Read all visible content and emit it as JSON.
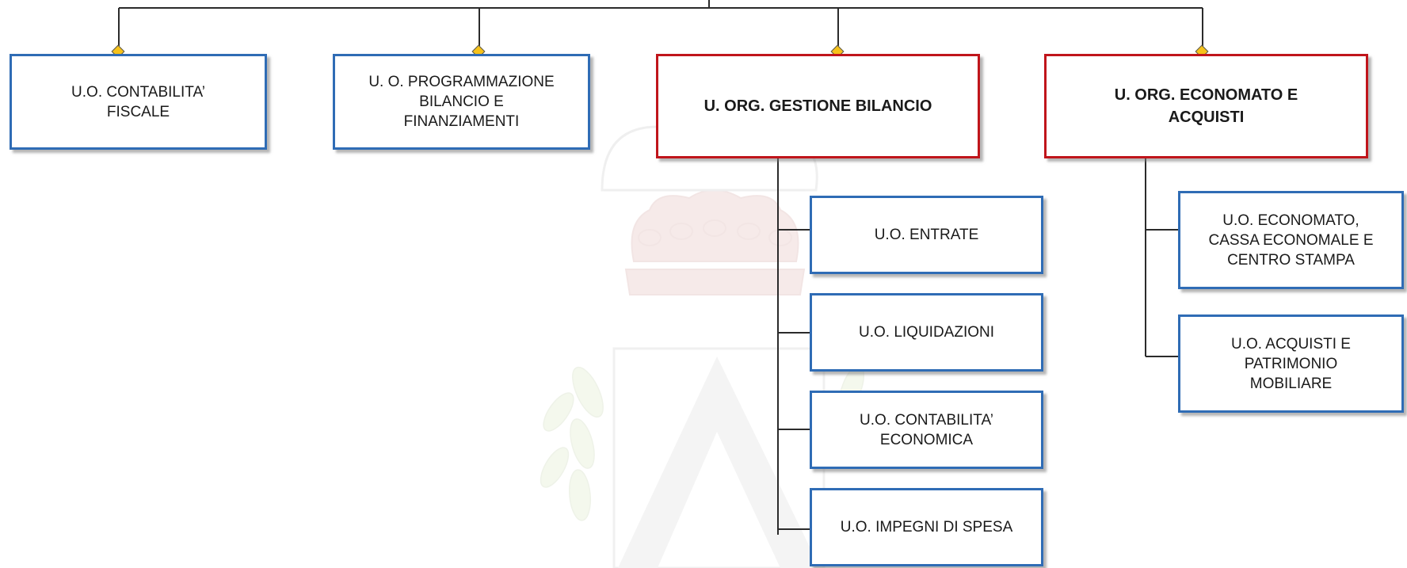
{
  "colors": {
    "connector": "#2b2b2b",
    "unit_border": "#2f6cb5",
    "organizational_unit_border": "#c0151b",
    "junction_marker": "#f6c21a",
    "watermark": "#d9d9d9"
  },
  "watermark": {
    "icon": "coat-of-arms-emblem"
  },
  "top_units": [
    {
      "label": "U.O. CONTABILITA’\nFISCALE"
    },
    {
      "label": "U. O. PROGRAMMAZIONE\nBILANCIO E\nFINANZIAMENTI"
    },
    {
      "label": "U. ORG. GESTIONE BILANCIO"
    },
    {
      "label": "U. ORG. ECONOMATO E\nACQUISTI"
    }
  ],
  "gestione_bilancio_units": [
    {
      "label": "U.O. ENTRATE"
    },
    {
      "label": "U.O. LIQUIDAZIONI"
    },
    {
      "label": "U.O. CONTABILITA’\nECONOMICA"
    },
    {
      "label": "U.O. IMPEGNI DI SPESA"
    }
  ],
  "economato_units": [
    {
      "label": "U.O. ECONOMATO,\nCASSA ECONOMALE E\nCENTRO STAMPA"
    },
    {
      "label": "U.O. ACQUISTI E\nPATRIMONIO\nMOBILIARE"
    }
  ]
}
